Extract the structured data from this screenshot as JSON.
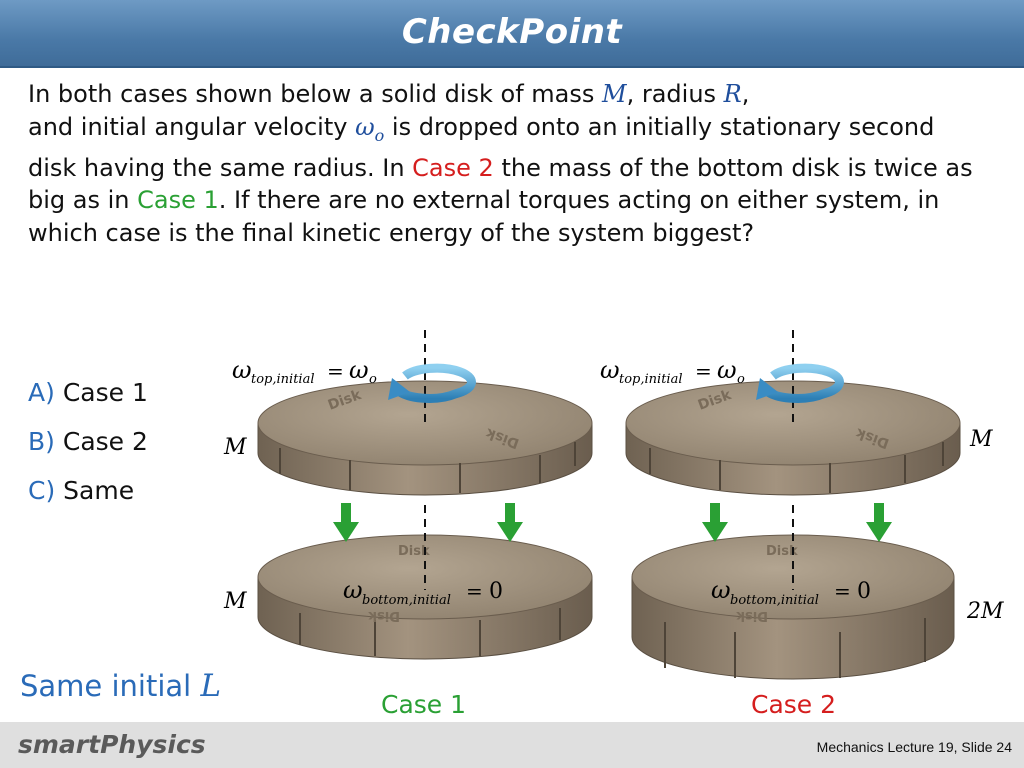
{
  "header": {
    "title": "CheckPoint"
  },
  "question": {
    "p1": "In both cases shown below a solid disk of mass ",
    "mass": "M",
    "p2": ", radius ",
    "radius": "R",
    "p3": ",",
    "p4": "and initial angular velocity ",
    "omega": "ω",
    "omega_sub": "o",
    "p5": " is dropped onto an initially stationary second disk having the same radius. In ",
    "case2": "Case 2",
    "p6": " the mass of the bottom disk is twice as big as in ",
    "case1": "Case 1",
    "p7": ". If there are no external torques acting on either system, in which case is the final kinetic energy of the system biggest?"
  },
  "answers": [
    {
      "letter": "A)",
      "text": "Case 1"
    },
    {
      "letter": "B)",
      "text": "Case 2"
    },
    {
      "letter": "C)",
      "text": "Same"
    }
  ],
  "note": {
    "text": "Same initial ",
    "symbol": "L"
  },
  "figure": {
    "omega_top": "ω",
    "top_sub": "top,initial",
    "equals": "=",
    "omega_o": "ω",
    "o_sub": "o",
    "omega_bottom": "ω",
    "bottom_sub": "bottom,initial",
    "zero": "0",
    "disk_word": "Disk",
    "case1_top_mass": "M",
    "case1_bottom_mass": "M",
    "case2_top_mass": "M",
    "case2_bottom_mass": "2M",
    "case1_label": "Case 1",
    "case2_label": "Case 2"
  },
  "footer": {
    "logo": "smartPhysics",
    "slide_info": "Mechanics  Lecture 19, Slide 24"
  },
  "colors": {
    "title_bar": "#4a79a7",
    "blue_text": "#2a6bb8",
    "red": "#d51e1e",
    "green": "#2aa034",
    "disk": "#9a8c7a",
    "arrow_green": "#2aa034"
  }
}
